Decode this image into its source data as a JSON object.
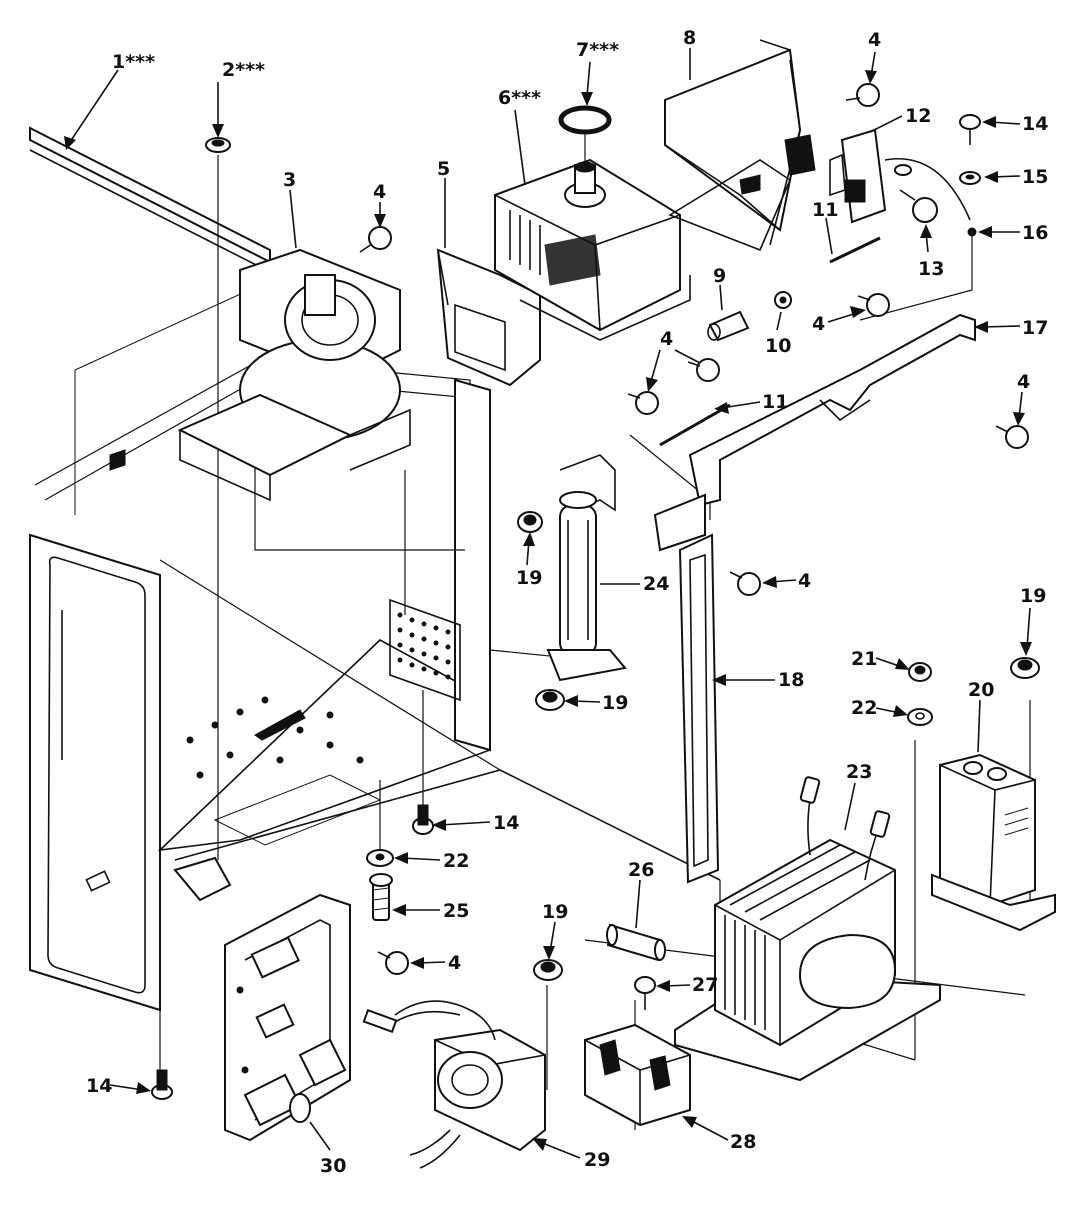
{
  "diagram": {
    "labels": {
      "p1": "1***",
      "p2": "2***",
      "p3": "3",
      "p4a": "4",
      "p5": "5",
      "p6": "6***",
      "p7": "7***",
      "p8": "8",
      "p4b": "4",
      "p12": "12",
      "p14a": "14",
      "p15": "15",
      "p16": "16",
      "p13": "13",
      "p11a": "11",
      "p9": "9",
      "p10": "10",
      "p4c": "4",
      "p17": "17",
      "p4d": "4",
      "p11b": "11",
      "p4e": "4",
      "p4f": "4",
      "p19a": "19",
      "p24": "24",
      "p19b": "19",
      "p18": "18",
      "p19c": "19",
      "p21": "21",
      "p22a": "22",
      "p20": "20",
      "p23": "23",
      "p14b": "14",
      "p22b": "22",
      "p25": "25",
      "p4g": "4",
      "p26": "26",
      "p19d": "19",
      "p27": "27",
      "p14c": "14",
      "p30": "30",
      "p29": "29",
      "p28": "28"
    }
  }
}
